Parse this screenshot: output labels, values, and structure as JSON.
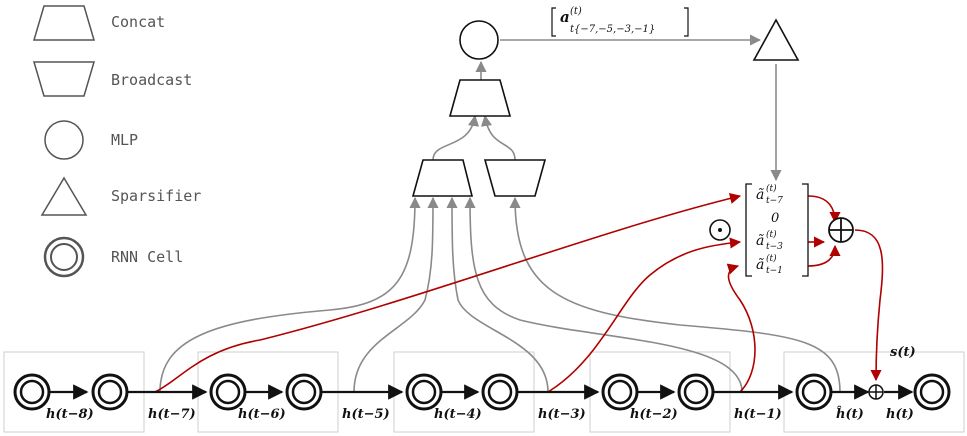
{
  "legend": [
    {
      "shape": "concat",
      "label": "Concat"
    },
    {
      "shape": "broadcast",
      "label": "Broadcast"
    },
    {
      "shape": "mlp",
      "label": "MLP"
    },
    {
      "shape": "sparsifier",
      "label": "Sparsifier"
    },
    {
      "shape": "rnn-cell",
      "label": "RNN Cell"
    }
  ],
  "hidden_labels": [
    "h(t−8)",
    "h(t−7)",
    "h(t−6)",
    "h(t−5)",
    "h(t−4)",
    "h(t−3)",
    "h(t−2)",
    "h(t−1)",
    "ĥ(t)",
    "h(t)"
  ],
  "top_vector": "[ a(t) t{−7,−5,−3,−1} ]",
  "sparse_vector": [
    "ã(t) t−7",
    "0",
    "ã(t) t−3",
    "ã(t) t−1"
  ],
  "operators": {
    "elementwise": "⊙",
    "sum": "⊕",
    "add": "⊕"
  },
  "state_label": "s(t)",
  "colors": {
    "red": "#b00000",
    "gray": "#8a8a8a",
    "black": "#111111"
  }
}
